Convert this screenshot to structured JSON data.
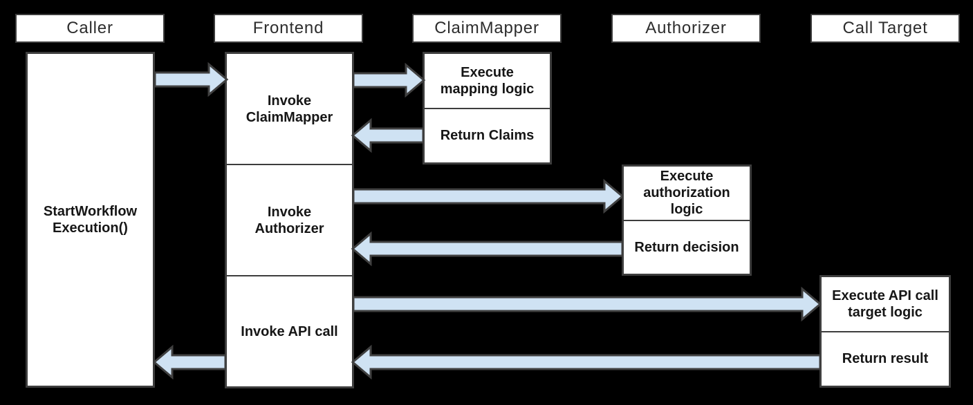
{
  "diagram": {
    "type": "sequence-diagram",
    "lifelines": [
      {
        "label": "Caller"
      },
      {
        "label": "Frontend"
      },
      {
        "label": "ClaimMapper"
      },
      {
        "label": "Authorizer"
      },
      {
        "label": "Call Target"
      }
    ],
    "activations": {
      "caller": {
        "label": "StartWorkflow\nExecution()"
      },
      "frontend": {
        "steps": [
          {
            "label": "Invoke\nClaimMapper"
          },
          {
            "label": "Invoke\nAuthorizer"
          },
          {
            "label": "Invoke API call"
          }
        ]
      },
      "claim_mapper": {
        "steps": [
          {
            "label": "Execute\nmapping logic"
          },
          {
            "label": "Return Claims"
          }
        ]
      },
      "authorizer": {
        "steps": [
          {
            "label": "Execute\nauthorization\nlogic"
          },
          {
            "label": "Return decision"
          }
        ]
      },
      "call_target": {
        "steps": [
          {
            "label": "Execute API call\ntarget logic"
          },
          {
            "label": "Return result"
          }
        ]
      }
    },
    "arrows": [
      {
        "from": "Caller",
        "to": "Frontend",
        "direction": "right"
      },
      {
        "from": "Frontend",
        "to": "ClaimMapper",
        "direction": "right"
      },
      {
        "from": "ClaimMapper",
        "to": "Frontend",
        "direction": "left"
      },
      {
        "from": "Frontend",
        "to": "Authorizer",
        "direction": "right"
      },
      {
        "from": "Authorizer",
        "to": "Frontend",
        "direction": "left"
      },
      {
        "from": "Frontend",
        "to": "Call Target",
        "direction": "right"
      },
      {
        "from": "Call Target",
        "to": "Frontend",
        "direction": "left"
      },
      {
        "from": "Frontend",
        "to": "Caller",
        "direction": "left"
      }
    ],
    "colors": {
      "background": "#000000",
      "box_fill": "#ffffff",
      "box_border": "#3d3d3d",
      "arrow_fill": "#cfe2f3",
      "arrow_stroke": "#404040",
      "text": "#161616"
    }
  }
}
